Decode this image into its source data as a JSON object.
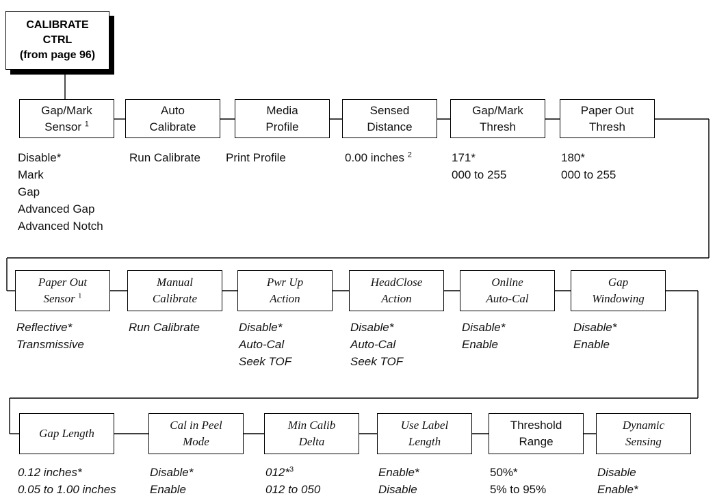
{
  "start": {
    "lines": [
      "CALIBRATE",
      "CTRL",
      "(from page 96)"
    ]
  },
  "row1": [
    {
      "lines": [
        "Gap/Mark",
        "Sensor"
      ],
      "note": "1",
      "options": [
        "Disable*",
        "Mark",
        "Gap",
        "Advanced Gap",
        "Advanced Notch"
      ]
    },
    {
      "lines": [
        "Auto",
        "Calibrate"
      ],
      "note": "",
      "options": [
        "Run Calibrate"
      ]
    },
    {
      "lines": [
        "Media",
        "Profile"
      ],
      "note": "",
      "options": [
        "Print Profile"
      ]
    },
    {
      "lines": [
        "Sensed",
        "Distance"
      ],
      "note": "",
      "options": [
        "0.00 inches"
      ],
      "option_note": "2"
    },
    {
      "lines": [
        "Gap/Mark",
        "Thresh"
      ],
      "note": "",
      "options": [
        "171*",
        "000 to 255"
      ]
    },
    {
      "lines": [
        "Paper Out",
        "Thresh"
      ],
      "note": "",
      "options": [
        "180*",
        "000 to 255"
      ]
    }
  ],
  "row2": [
    {
      "lines": [
        "Paper Out",
        "Sensor"
      ],
      "note": "1",
      "options": [
        "Reflective*",
        "Transmissive"
      ]
    },
    {
      "lines": [
        "Manual",
        "Calibrate"
      ],
      "note": "",
      "options": [
        "Run Calibrate"
      ]
    },
    {
      "lines": [
        "Pwr Up",
        "Action"
      ],
      "note": "",
      "options": [
        "Disable*",
        "Auto-Cal",
        "Seek TOF"
      ]
    },
    {
      "lines": [
        "HeadClose",
        "Action"
      ],
      "note": "",
      "options": [
        "Disable*",
        "Auto-Cal",
        "Seek TOF"
      ]
    },
    {
      "lines": [
        "Online",
        "Auto-Cal"
      ],
      "note": "",
      "options": [
        "Disable*",
        "Enable"
      ]
    },
    {
      "lines": [
        "Gap",
        "Windowing"
      ],
      "note": "",
      "options": [
        "Disable*",
        "Enable"
      ]
    }
  ],
  "row3": [
    {
      "lines": [
        "Gap Length"
      ],
      "note": "",
      "style": "serif",
      "options": [
        "0.12 inches*",
        "0.05 to 1.00 inches"
      ]
    },
    {
      "lines": [
        "Cal in Peel",
        "Mode"
      ],
      "note": "",
      "style": "serif",
      "options": [
        "Disable*",
        "Enable"
      ]
    },
    {
      "lines": [
        "Min Calib",
        "Delta"
      ],
      "note": "",
      "style": "serif",
      "options": [
        "012*",
        "012 to 050"
      ],
      "option_note": "3"
    },
    {
      "lines": [
        "Use Label",
        "Length"
      ],
      "note": "",
      "style": "serif",
      "options": [
        "Enable*",
        "Disable"
      ]
    },
    {
      "lines": [
        "Threshold",
        "Range"
      ],
      "note": "",
      "style": "sans",
      "options": [
        "50%*",
        "5% to 95%"
      ]
    },
    {
      "lines": [
        "Dynamic",
        "Sensing"
      ],
      "note": "",
      "style": "serif",
      "options": [
        "Disable",
        "Enable*"
      ]
    }
  ],
  "colors": {
    "line": "#000000",
    "text": "#111111",
    "background": "#ffffff"
  }
}
